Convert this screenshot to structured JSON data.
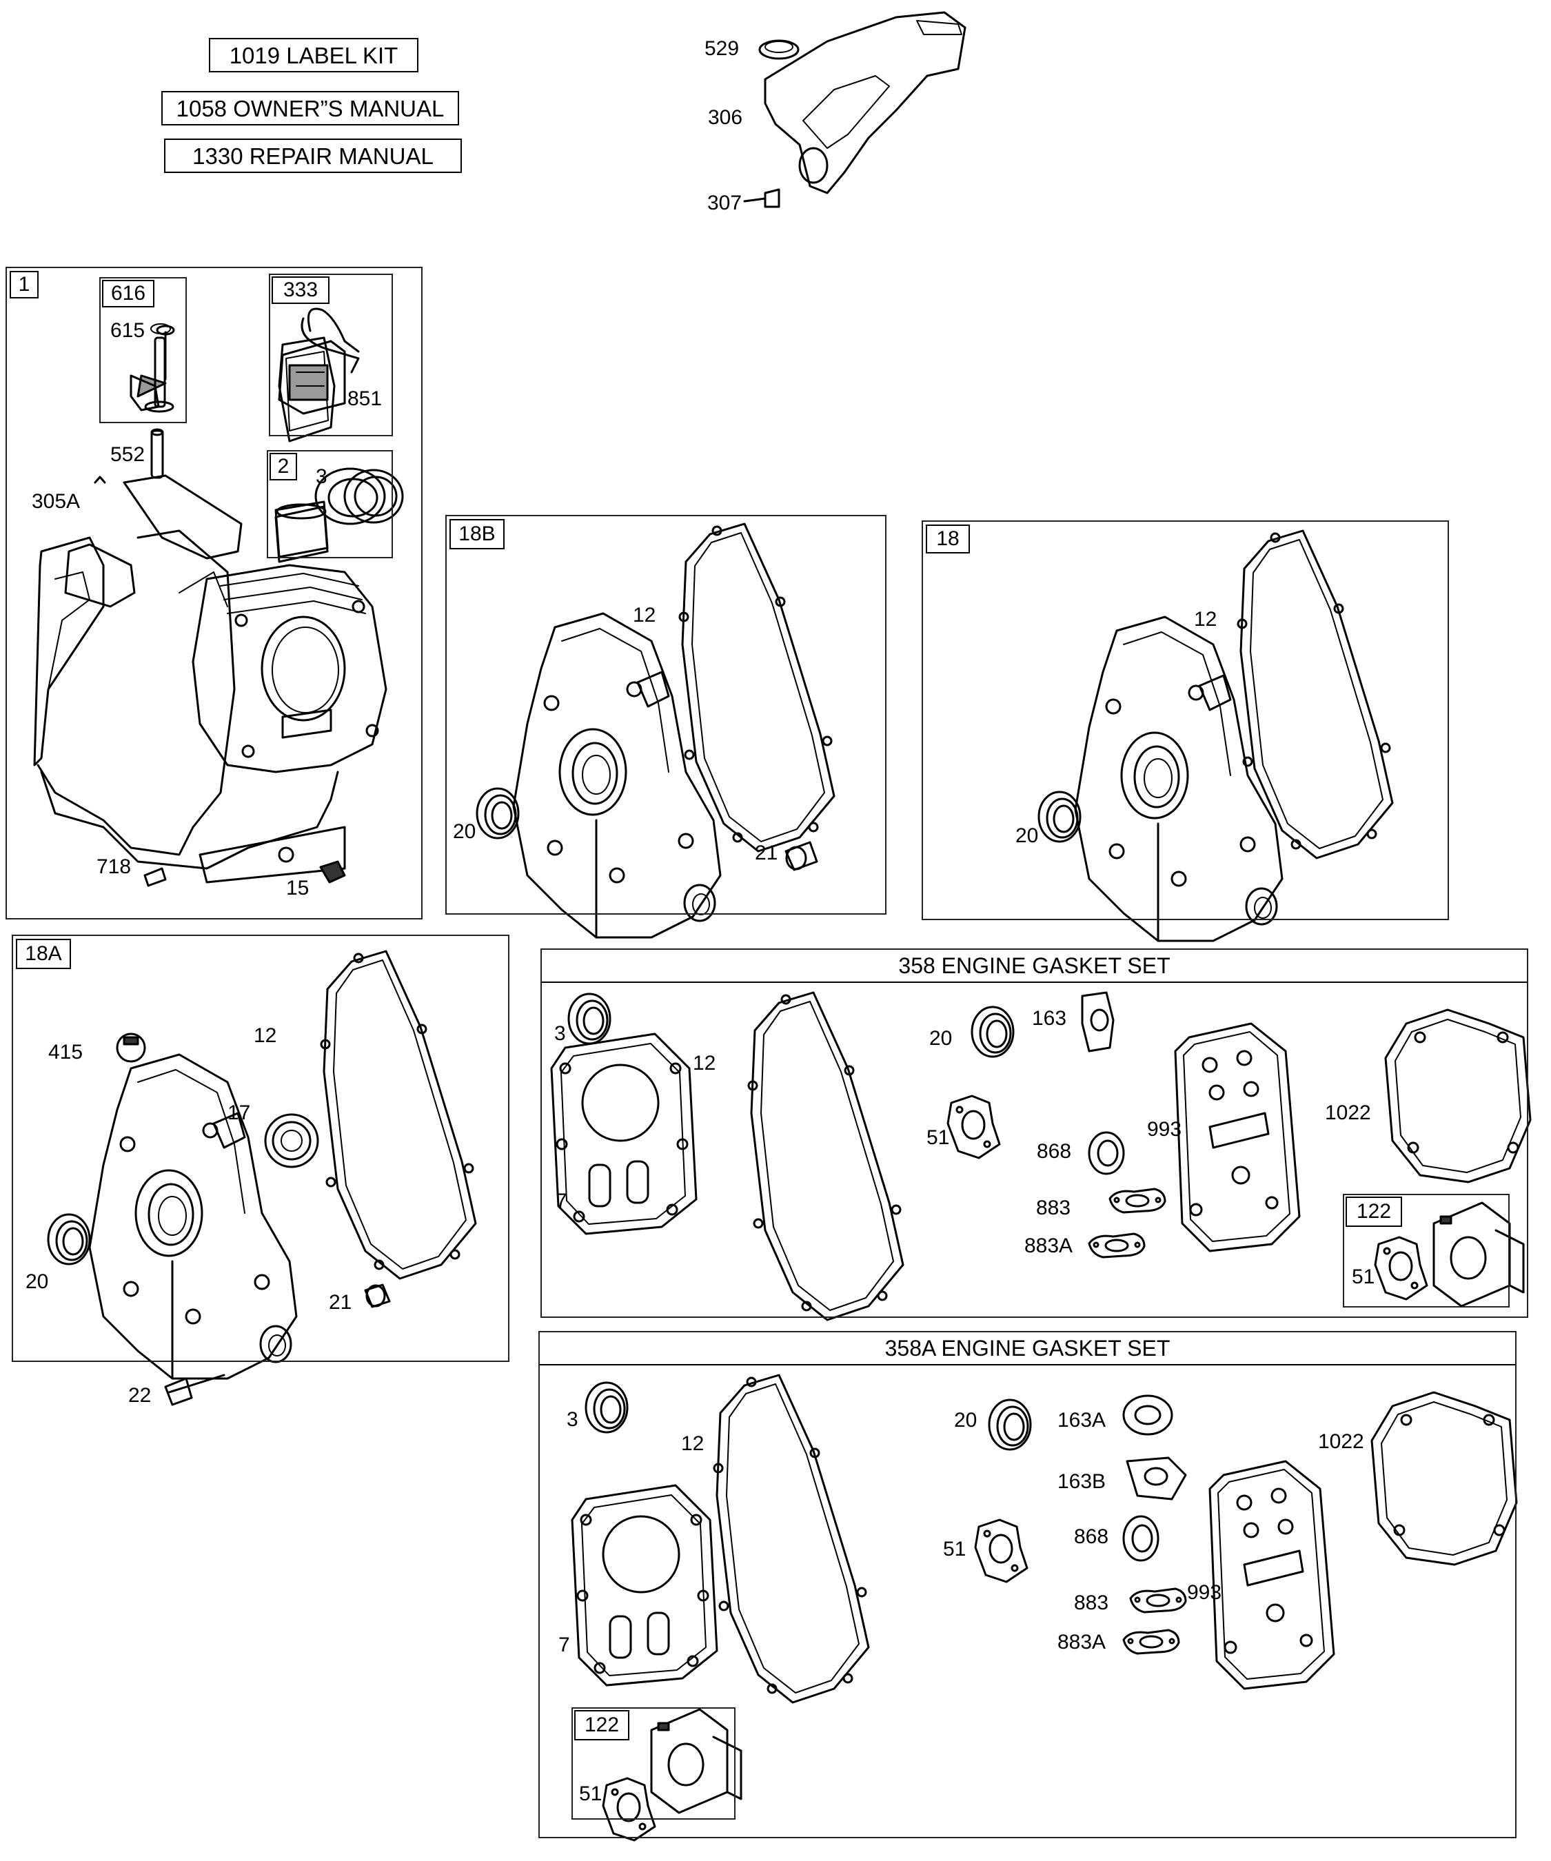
{
  "top_labels": {
    "label_kit": "1019 LABEL KIT",
    "owners_manual": "1058 OWNER”S MANUAL",
    "repair_manual": "1330 REPAIR MANUAL"
  },
  "shroud": {
    "p529": "529",
    "p306": "306",
    "p307": "307"
  },
  "cylinder_panel": {
    "tag": "1",
    "p616_tag": "616",
    "p615": "615",
    "p333_tag": "333",
    "p851": "851",
    "p2_tag": "2",
    "p3": "3",
    "p552": "552",
    "p305a": "305A",
    "p718": "718",
    "p15": "15"
  },
  "panel_18b": {
    "tag": "18B",
    "p12": "12",
    "p20": "20",
    "p21": "21"
  },
  "panel_18": {
    "tag": "18",
    "p12": "12",
    "p20": "20"
  },
  "panel_18a": {
    "tag": "18A",
    "p415": "415",
    "p12": "12",
    "p17": "17",
    "p20": "20",
    "p21": "21",
    "p22": "22"
  },
  "gasket_358": {
    "title": "358 ENGINE GASKET SET",
    "p3": "3",
    "p7": "7",
    "p12": "12",
    "p20": "20",
    "p163": "163",
    "p51": "51",
    "p868": "868",
    "p883": "883",
    "p883a": "883A",
    "p993": "993",
    "p1022": "1022",
    "p122_tag": "122",
    "p122_51": "51"
  },
  "gasket_358a": {
    "title": "358A ENGINE GASKET SET",
    "p3": "3",
    "p12": "12",
    "p20": "20",
    "p163a": "163A",
    "p163b": "163B",
    "p1022": "1022",
    "p51": "51",
    "p868": "868",
    "p993": "993",
    "p883": "883",
    "p883a": "883A",
    "p7": "7",
    "p122_tag": "122",
    "p122_51": "51"
  }
}
